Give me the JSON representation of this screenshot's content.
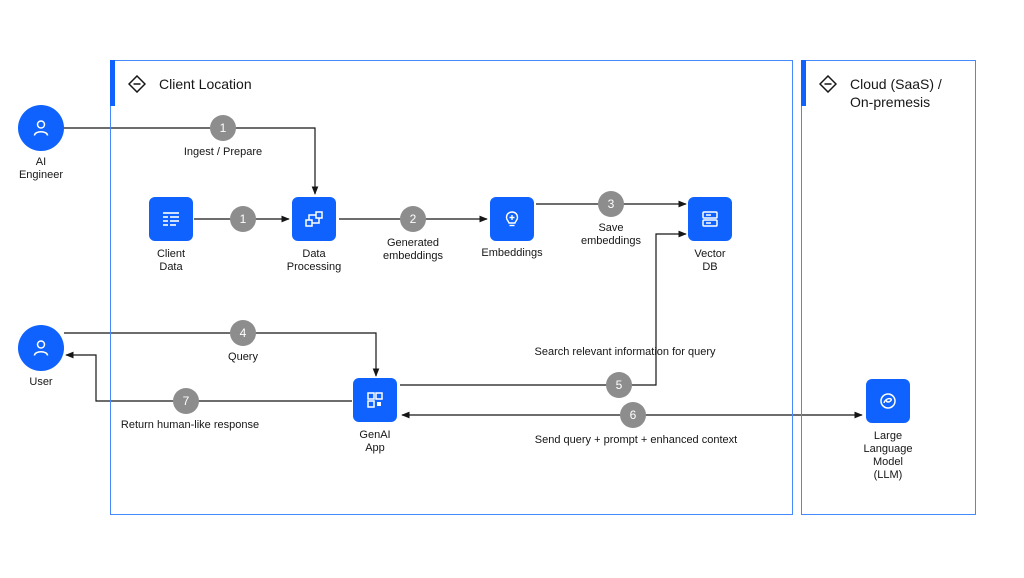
{
  "zones": {
    "client": "Client Location",
    "cloud_line1": "Cloud (SaaS) /",
    "cloud_line2": "On-premesis"
  },
  "actors": {
    "ai_engineer_line1": "AI",
    "ai_engineer_line2": "Engineer",
    "user": "User"
  },
  "nodes": {
    "client_data_line1": "Client",
    "client_data_line2": "Data",
    "data_processing_line1": "Data",
    "data_processing_line2": "Processing",
    "embeddings": "Embeddings",
    "vector_db_line1": "Vector",
    "vector_db_line2": "DB",
    "genai_line1": "GenAI",
    "genai_line2": "App",
    "llm_line1": "Large",
    "llm_line2": "Language",
    "llm_line3": "Model",
    "llm_line4": "(LLM)"
  },
  "steps": {
    "ingest_num": "1",
    "ingest_label": "Ingest / Prepare",
    "data_num": "1",
    "generated_num": "2",
    "generated_line1": "Generated",
    "generated_line2": "embeddings",
    "save_num": "3",
    "save_line1": "Save",
    "save_line2": "embeddings",
    "query_num": "4",
    "query_label": "Query",
    "search_num": "5",
    "search_label": "Search relevant information for query",
    "send_num": "6",
    "send_label": "Send query + prompt + enhanced context",
    "return_num": "7",
    "return_label": "Return human-like response"
  },
  "colors": {
    "accent": "#0f62fe",
    "zone_border": "#4589ff",
    "step_badge": "#8d8d8d",
    "connector": "#161616"
  },
  "icons": {
    "zone": "location-diamond-icon",
    "person": "user-icon",
    "client_data": "data-table-icon",
    "data_processing": "flow-icon",
    "embeddings": "lightbulb-icon",
    "vector_db": "database-icon",
    "genai": "app-grid-icon",
    "llm": "model-swirl-icon"
  }
}
